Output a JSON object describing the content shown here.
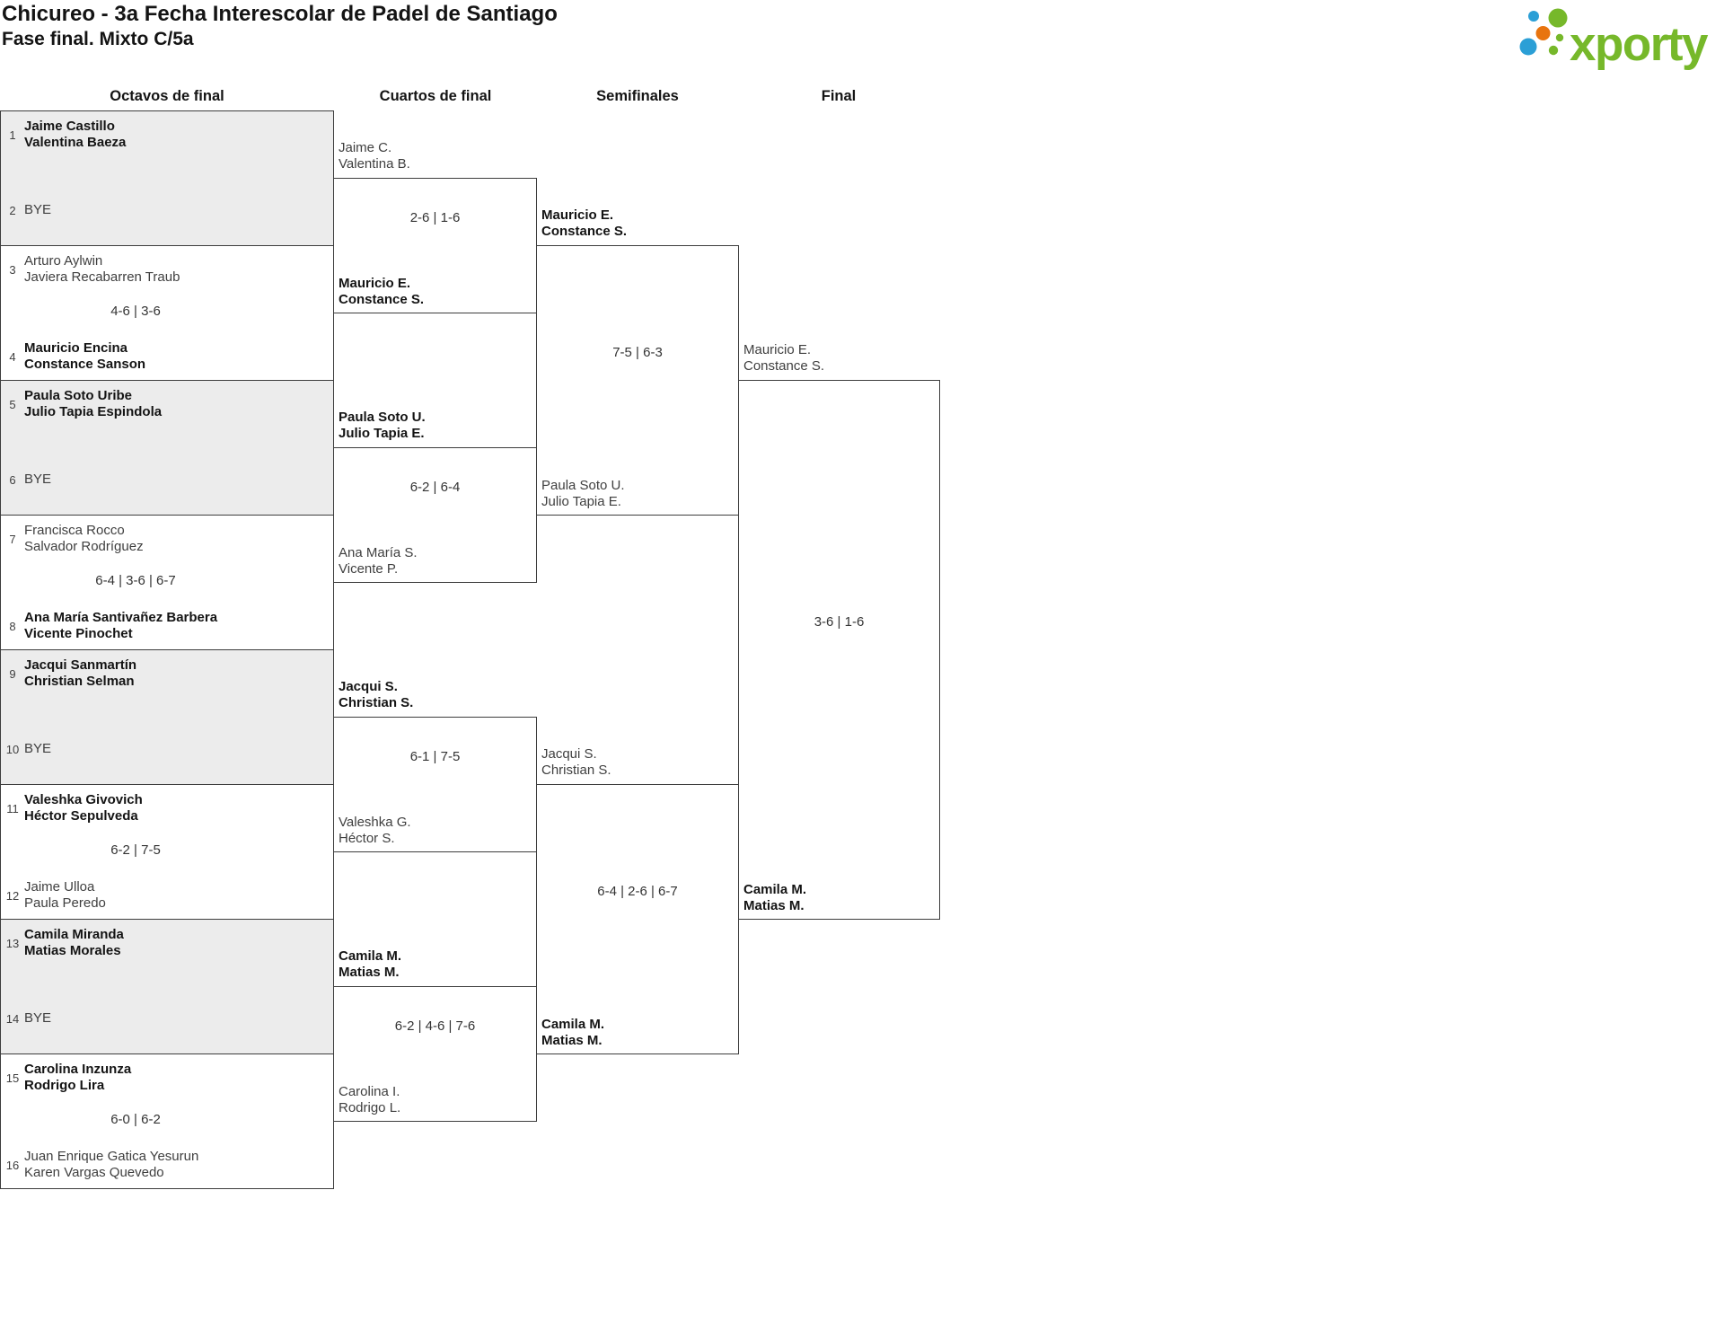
{
  "header": {
    "title": "Chicureo - 3a Fecha Interescolar de Padel de Santiago",
    "subtitle": "Fase final. Mixto C/5a",
    "logo_text": "xporty"
  },
  "colors": {
    "logo_green": "#76b82a",
    "logo_blue": "#2b9fd6",
    "logo_orange": "#e8740e",
    "bye_fill": "#ececec",
    "line": "#3d3d3d"
  },
  "columns": [
    "Octavos de final",
    "Cuartos de final",
    "Semifinales",
    "Final"
  ],
  "r16": [
    {
      "n": "1",
      "t": [
        "Jaime Castillo",
        "Valentina Baeza"
      ],
      "w": true
    },
    {
      "n": "2",
      "t": [
        "BYE"
      ],
      "w": false
    },
    {
      "n": "3",
      "t": [
        "Arturo Aylwin",
        "Javiera Recabarren Traub"
      ],
      "w": false
    },
    {
      "n": "4",
      "t": [
        "Mauricio Encina",
        "Constance Sanson"
      ],
      "w": true
    },
    {
      "n": "5",
      "t": [
        "Paula Soto Uribe",
        "Julio Tapia Espindola"
      ],
      "w": true
    },
    {
      "n": "6",
      "t": [
        "BYE"
      ],
      "w": false
    },
    {
      "n": "7",
      "t": [
        "Francisca Rocco",
        "Salvador Rodríguez"
      ],
      "w": false
    },
    {
      "n": "8",
      "t": [
        "Ana María Santivañez Barbera",
        "Vicente Pinochet"
      ],
      "w": true
    },
    {
      "n": "9",
      "t": [
        "Jacqui Sanmartín",
        "Christian Selman"
      ],
      "w": true
    },
    {
      "n": "10",
      "t": [
        "BYE"
      ],
      "w": false
    },
    {
      "n": "11",
      "t": [
        "Valeshka Givovich",
        "Héctor Sepulveda"
      ],
      "w": true
    },
    {
      "n": "12",
      "t": [
        "Jaime Ulloa",
        "Paula Peredo"
      ],
      "w": false
    },
    {
      "n": "13",
      "t": [
        "Camila Miranda",
        "Matias Morales"
      ],
      "w": true
    },
    {
      "n": "14",
      "t": [
        "BYE"
      ],
      "w": false
    },
    {
      "n": "15",
      "t": [
        "Carolina Inzunza",
        "Rodrigo Lira"
      ],
      "w": true
    },
    {
      "n": "16",
      "t": [
        "Juan Enrique Gatica Yesurun",
        "Karen Vargas Quevedo"
      ],
      "w": false
    }
  ],
  "r16_scores": [
    "4-6 | 3-6",
    "6-4 | 3-6 | 6-7",
    "6-2 | 7-5",
    "6-0 | 6-2"
  ],
  "qf": [
    {
      "t": [
        "Jaime C.",
        "Valentina B."
      ],
      "w": false
    },
    {
      "t": [
        "Mauricio E.",
        "Constance S."
      ],
      "w": true
    },
    {
      "t": [
        "Paula Soto U.",
        "Julio Tapia E."
      ],
      "w": true
    },
    {
      "t": [
        "Ana María S.",
        "Vicente P."
      ],
      "w": false
    },
    {
      "t": [
        "Jacqui S.",
        "Christian S."
      ],
      "w": true
    },
    {
      "t": [
        "Valeshka G.",
        "Héctor S."
      ],
      "w": false
    },
    {
      "t": [
        "Camila M.",
        "Matias M."
      ],
      "w": true
    },
    {
      "t": [
        "Carolina I.",
        "Rodrigo L."
      ],
      "w": false
    }
  ],
  "qf_scores": [
    "2-6 | 1-6",
    "6-2 | 6-4",
    "6-1 | 7-5",
    "6-2 | 4-6 | 7-6"
  ],
  "sf": [
    {
      "t": [
        "Mauricio E.",
        "Constance S."
      ],
      "w": true
    },
    {
      "t": [
        "Paula Soto U.",
        "Julio Tapia E."
      ],
      "w": false
    },
    {
      "t": [
        "Jacqui S.",
        "Christian S."
      ],
      "w": false
    },
    {
      "t": [
        "Camila M.",
        "Matias M."
      ],
      "w": true
    }
  ],
  "sf_scores": [
    "7-5 | 6-3",
    "6-4 | 2-6 | 6-7"
  ],
  "final": [
    {
      "t": [
        "Mauricio E.",
        "Constance S."
      ],
      "w": false
    },
    {
      "t": [
        "Camila M.",
        "Matias M."
      ],
      "w": true
    }
  ],
  "final_scores": [
    "3-6 | 1-6"
  ]
}
